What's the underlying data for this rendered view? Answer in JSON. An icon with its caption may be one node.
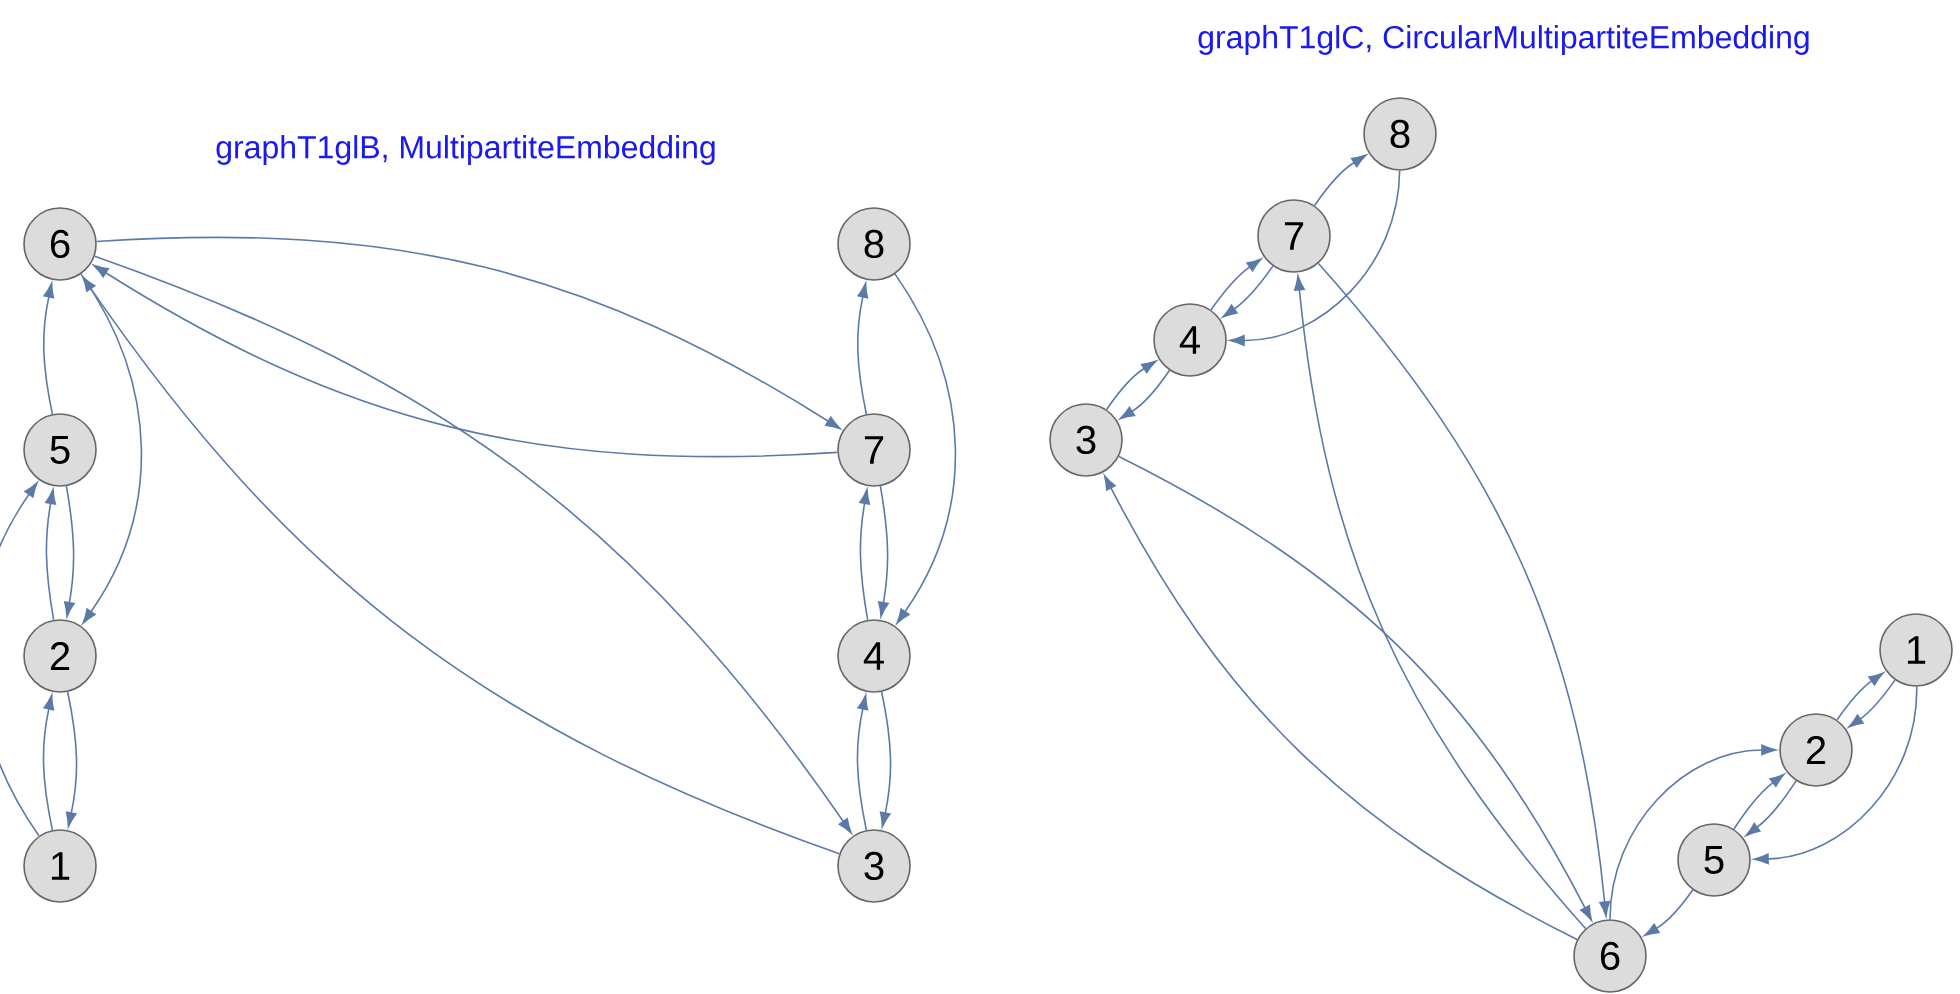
{
  "diagram": {
    "nodes": [
      {
        "text": [
          "1"
        ]
      },
      {
        "text": [
          "2"
        ]
      },
      {
        "text": [
          "3"
        ]
      },
      {
        "text": [
          "4"
        ]
      },
      {
        "text": [
          "5"
        ]
      },
      {
        "text": [
          "6"
        ]
      },
      {
        "text": [
          "7"
        ]
      },
      {
        "text": [
          "8"
        ]
      },
      {
        "text": [
          "1"
        ]
      },
      {
        "text": [
          "2"
        ]
      },
      {
        "text": [
          "3"
        ]
      },
      {
        "text": [
          "4"
        ]
      },
      {
        "text": [
          "5"
        ]
      },
      {
        "text": [
          "6"
        ]
      },
      {
        "text": [
          "7"
        ]
      },
      {
        "text": [
          "8"
        ]
      }
    ],
    "edges": [
      {
        "from": 0,
        "to": 1,
        "arrow": "to"
      },
      {
        "from": 1,
        "to": 0,
        "arrow": "to"
      },
      {
        "from": 0,
        "to": 4,
        "arrow": "to"
      },
      {
        "from": 1,
        "to": 4,
        "arrow": "to"
      },
      {
        "from": 4,
        "to": 1,
        "arrow": "to"
      },
      {
        "from": 4,
        "to": 5,
        "arrow": "to"
      },
      {
        "from": 5,
        "to": 1,
        "arrow": "to"
      },
      {
        "from": 5,
        "to": 6,
        "arrow": "to"
      },
      {
        "from": 6,
        "to": 5,
        "arrow": "to"
      },
      {
        "from": 5,
        "to": 2,
        "arrow": "to"
      },
      {
        "from": 2,
        "to": 5,
        "arrow": "to"
      },
      {
        "from": 2,
        "to": 3,
        "arrow": "to"
      },
      {
        "from": 3,
        "to": 2,
        "arrow": "to"
      },
      {
        "from": 3,
        "to": 6,
        "arrow": "to"
      },
      {
        "from": 6,
        "to": 3,
        "arrow": "to"
      },
      {
        "from": 6,
        "to": 7,
        "arrow": "to"
      },
      {
        "from": 7,
        "to": 3,
        "arrow": "to"
      },
      {
        "from": 8,
        "to": 9,
        "arrow": "to"
      },
      {
        "from": 9,
        "to": 8,
        "arrow": "to"
      },
      {
        "from": 8,
        "to": 12,
        "arrow": "to"
      },
      {
        "from": 9,
        "to": 12,
        "arrow": "to"
      },
      {
        "from": 12,
        "to": 9,
        "arrow": "to"
      },
      {
        "from": 12,
        "to": 13,
        "arrow": "to"
      },
      {
        "from": 13,
        "to": 9,
        "arrow": "to"
      },
      {
        "from": 13,
        "to": 14,
        "arrow": "to"
      },
      {
        "from": 14,
        "to": 13,
        "arrow": "to"
      },
      {
        "from": 13,
        "to": 10,
        "arrow": "to"
      },
      {
        "from": 10,
        "to": 13,
        "arrow": "to"
      },
      {
        "from": 10,
        "to": 11,
        "arrow": "to"
      },
      {
        "from": 11,
        "to": 10,
        "arrow": "to"
      },
      {
        "from": 11,
        "to": 14,
        "arrow": "to"
      },
      {
        "from": 14,
        "to": 11,
        "arrow": "to"
      },
      {
        "from": 14,
        "to": 15,
        "arrow": "to"
      },
      {
        "from": 15,
        "to": 11,
        "arrow": "to"
      }
    ],
    "labels": [
      "graphT1glB, MultipartiteEmbedding",
      "graphT1glC, CircularMultipartiteEmbedding"
    ]
  }
}
